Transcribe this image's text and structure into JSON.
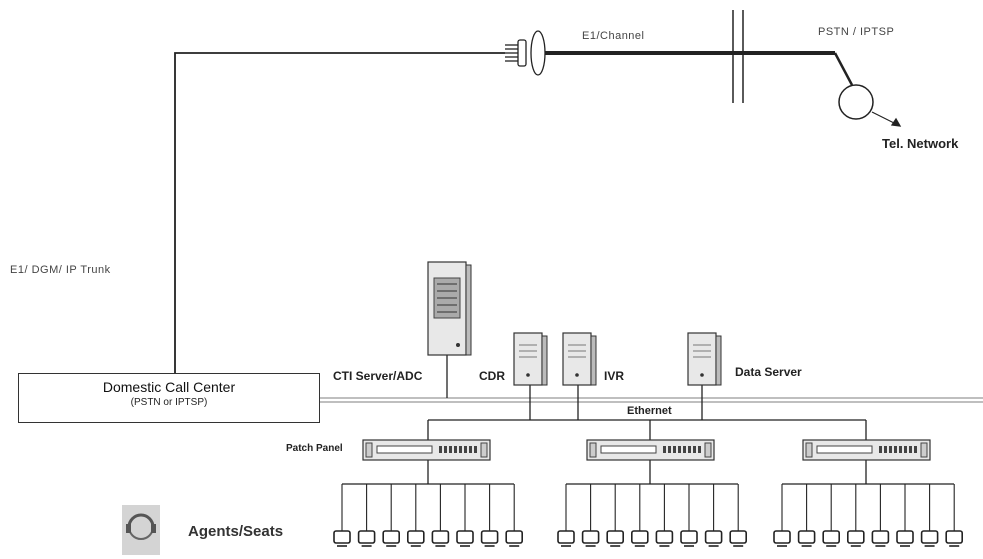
{
  "labels": {
    "e1_channel": "E1/Channel",
    "pstn_iptsp": "PSTN / IPTSP",
    "tel_network": "Tel. Network",
    "trunk": "E1/ DGM/ IP Trunk",
    "cti_server": "CTI Server/ADC",
    "cdr": "CDR",
    "ivr": "IVR",
    "data_server": "Data Server",
    "ethernet": "Ethernet",
    "patch_panel": "Patch Panel",
    "agents": "Agents/Seats"
  },
  "call_center": {
    "title": "Domestic Call Center",
    "subtitle": "(PSTN or IPTSP)"
  },
  "icons": {
    "server": "server-tower-icon",
    "patch_panel": "patch-panel-icon",
    "seat": "agent-seat-icon",
    "headset": "headset-agent-icon",
    "globe": "telephone-network-icon"
  },
  "colors": {
    "line": "#222222",
    "device_fill": "#e8e8e8",
    "device_stroke": "#333333"
  }
}
